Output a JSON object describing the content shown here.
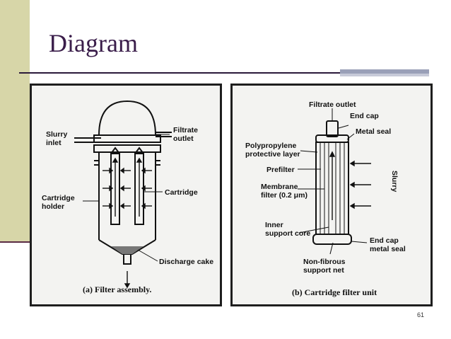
{
  "slide": {
    "title": "Diagram",
    "page_number": "61"
  },
  "diagram_a": {
    "labels": {
      "slurry_inlet_1": "Slurry",
      "slurry_inlet_2": "inlet",
      "filtrate_outlet_1": "Filtrate",
      "filtrate_outlet_2": "outlet",
      "cartridge": "Cartridge",
      "cartridge_holder_1": "Cartridge",
      "cartridge_holder_2": "holder",
      "discharge_cake": "Discharge cake"
    },
    "caption": "(a) Filter assembly."
  },
  "diagram_b": {
    "labels": {
      "filtrate_outlet": "Filtrate outlet",
      "end_cap": "End cap",
      "metal_seal": "Metal seal",
      "polypropylene_1": "Polypropylene",
      "polypropylene_2": "protective layer",
      "prefilter": "Prefilter",
      "membrane_1": "Membrane",
      "membrane_2": "filter (0.2 μm)",
      "slurry": "Slurry",
      "inner_core_1": "Inner",
      "inner_core_2": "support core",
      "end_cap_bottom_1": "End cap",
      "end_cap_bottom_2": "metal seal",
      "non_fibrous_1": "Non-fibrous",
      "non_fibrous_2": "support net"
    },
    "caption": "(b) Cartridge filter unit"
  }
}
